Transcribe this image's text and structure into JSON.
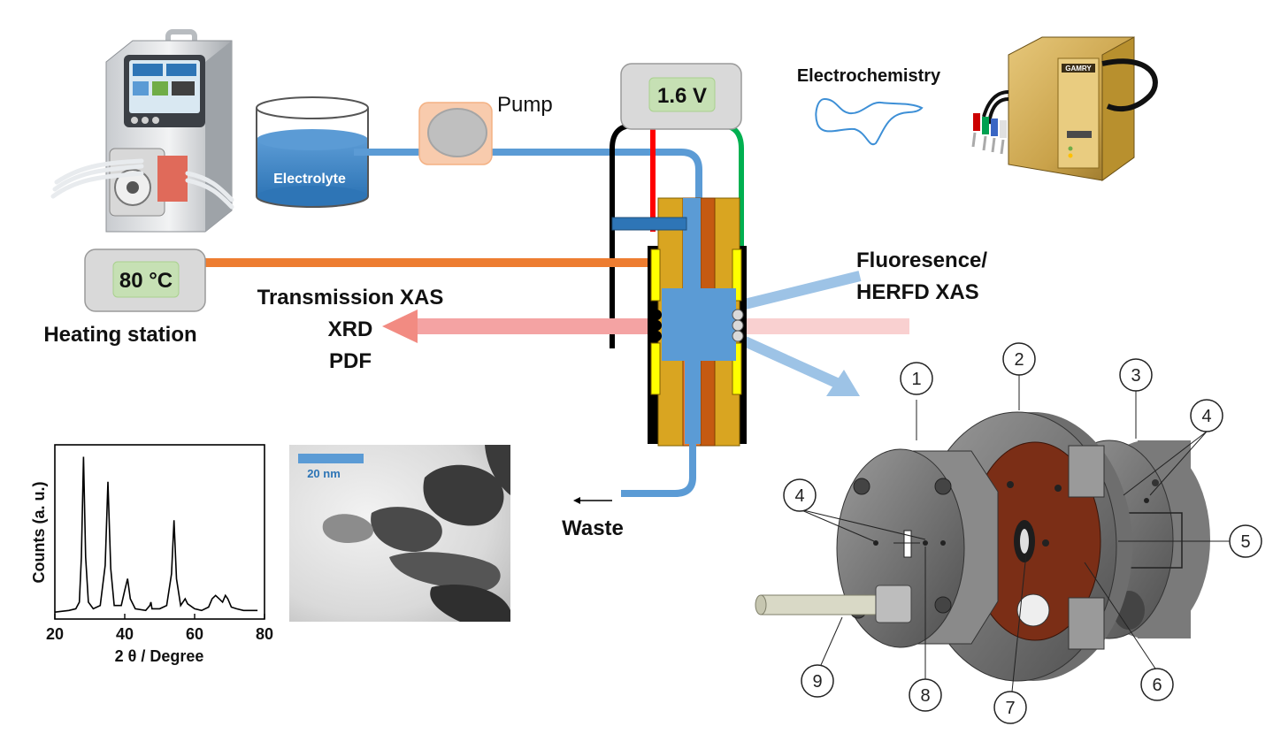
{
  "labels": {
    "pump": "Pump",
    "electrolyte": "Electrolyte",
    "voltage": "1.6 V",
    "electrochemistry": "Electrochemistry",
    "temperature": "80 °C",
    "heating_station": "Heating station",
    "transmission_xas": "Transmission XAS",
    "xrd": "XRD",
    "pdf": "PDF",
    "fluorescence_1": "Fluoresence/",
    "fluorescence_2": "HERFD XAS",
    "waste": "Waste",
    "scale_bar": "20 nm"
  },
  "device_brand": "GAMRY",
  "callouts": [
    "1",
    "2",
    "3",
    "4",
    "4",
    "5",
    "6",
    "7",
    "8",
    "9"
  ],
  "colors": {
    "beam_transmission": "#f28b82",
    "beam_fluorescence": "#9dc3e6",
    "electrolyte_blue": "#5b9bd5",
    "heating_line": "#ed7d31",
    "display_green": "#c6e0b4",
    "cell_gold": "#d9a521",
    "cell_copper": "#c55a11",
    "cell_yellow": "#ffff00",
    "wire_red": "#ff0000",
    "wire_green": "#00b050",
    "wire_black": "#000000"
  },
  "chart_data": {
    "type": "line",
    "xlabel": "2 θ / Degree",
    "ylabel": "Counts (a. u.)",
    "xlim": [
      20,
      80
    ],
    "xticks": [
      "20",
      "40",
      "60",
      "80"
    ],
    "series": [
      {
        "x": [
          20,
          24,
          26,
          27,
          27.6,
          28.2,
          28.8,
          29.6,
          31,
          33,
          34.4,
          35.2,
          36,
          37,
          39,
          40,
          40.8,
          41.6,
          43,
          46,
          47.2,
          47.5,
          47.8,
          50,
          52,
          53.4,
          54.1,
          54.8,
          56,
          57.3,
          58,
          60,
          62,
          64,
          65,
          66,
          67,
          68,
          68.8,
          69.5,
          70.5,
          72,
          74,
          76,
          78
        ],
        "y": [
          0.02,
          0.03,
          0.04,
          0.08,
          0.35,
          0.95,
          0.35,
          0.08,
          0.04,
          0.06,
          0.3,
          0.8,
          0.28,
          0.06,
          0.06,
          0.15,
          0.22,
          0.1,
          0.04,
          0.03,
          0.06,
          0.08,
          0.04,
          0.04,
          0.06,
          0.25,
          0.57,
          0.22,
          0.06,
          0.1,
          0.07,
          0.04,
          0.03,
          0.05,
          0.1,
          0.12,
          0.1,
          0.08,
          0.12,
          0.1,
          0.05,
          0.04,
          0.03,
          0.03,
          0.03
        ]
      }
    ]
  }
}
